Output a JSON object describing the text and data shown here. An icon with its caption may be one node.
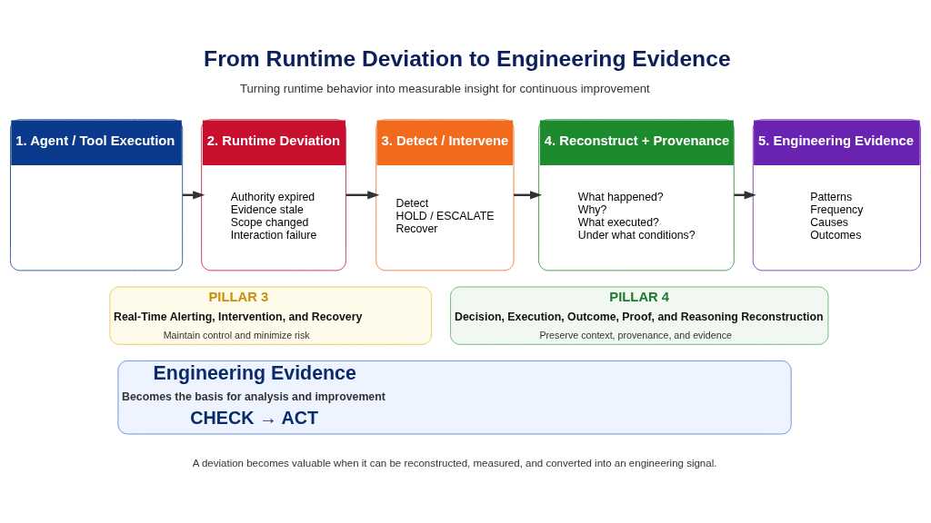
{
  "diagram": {
    "title": "From Runtime Deviation to Engineering Evidence",
    "caption": "A deviation becomes valuable when it can be reconstructed, measured, and converted into an engineering signal.",
    "nodes": [
      {
        "text": [
          "1. Agent / Tool Execution"
        ]
      },
      {
        "text": [
          "2. Runtime Deviation",
          "Authority expired",
          "Evidence stale",
          "Scope changed",
          "Interaction failure"
        ]
      },
      {
        "text": [
          "3. Detect / Intervene",
          "Detect",
          "HOLD / ESCALATE",
          "Recover"
        ]
      },
      {
        "text": [
          "4. Reconstruct + Provenance",
          "What happened?",
          "Why?",
          "What executed?",
          "Under what conditions?"
        ]
      },
      {
        "text": [
          "5. Engineering Evidence",
          "Patterns",
          "Frequency",
          "Causes",
          "Outcomes"
        ]
      },
      {
        "text": [
          "PILLAR 3",
          "Real-Time Alerting, Intervention, and Recovery",
          "Maintain control and minimize risk"
        ]
      },
      {
        "text": [
          "PILLAR 4",
          "Decision, Execution, Outcome, Proof, and Reasoning Reconstruction",
          "Preserve context, provenance, and evidence"
        ]
      },
      {
        "text": [
          "Engineering Evidence",
          "Becomes the basis for analysis and improvement",
          "CHECK → ACT"
        ]
      }
    ],
    "edges": [
      {
        "from": 0,
        "to": 1,
        "arrow": "to"
      },
      {
        "from": 1,
        "to": 2,
        "arrow": "to"
      },
      {
        "from": 2,
        "to": 3,
        "arrow": "to"
      },
      {
        "from": 3,
        "to": 4,
        "arrow": "to"
      }
    ],
    "labels": [
      "Turning runtime behavior into measurable insight for continuous improvement"
    ]
  }
}
